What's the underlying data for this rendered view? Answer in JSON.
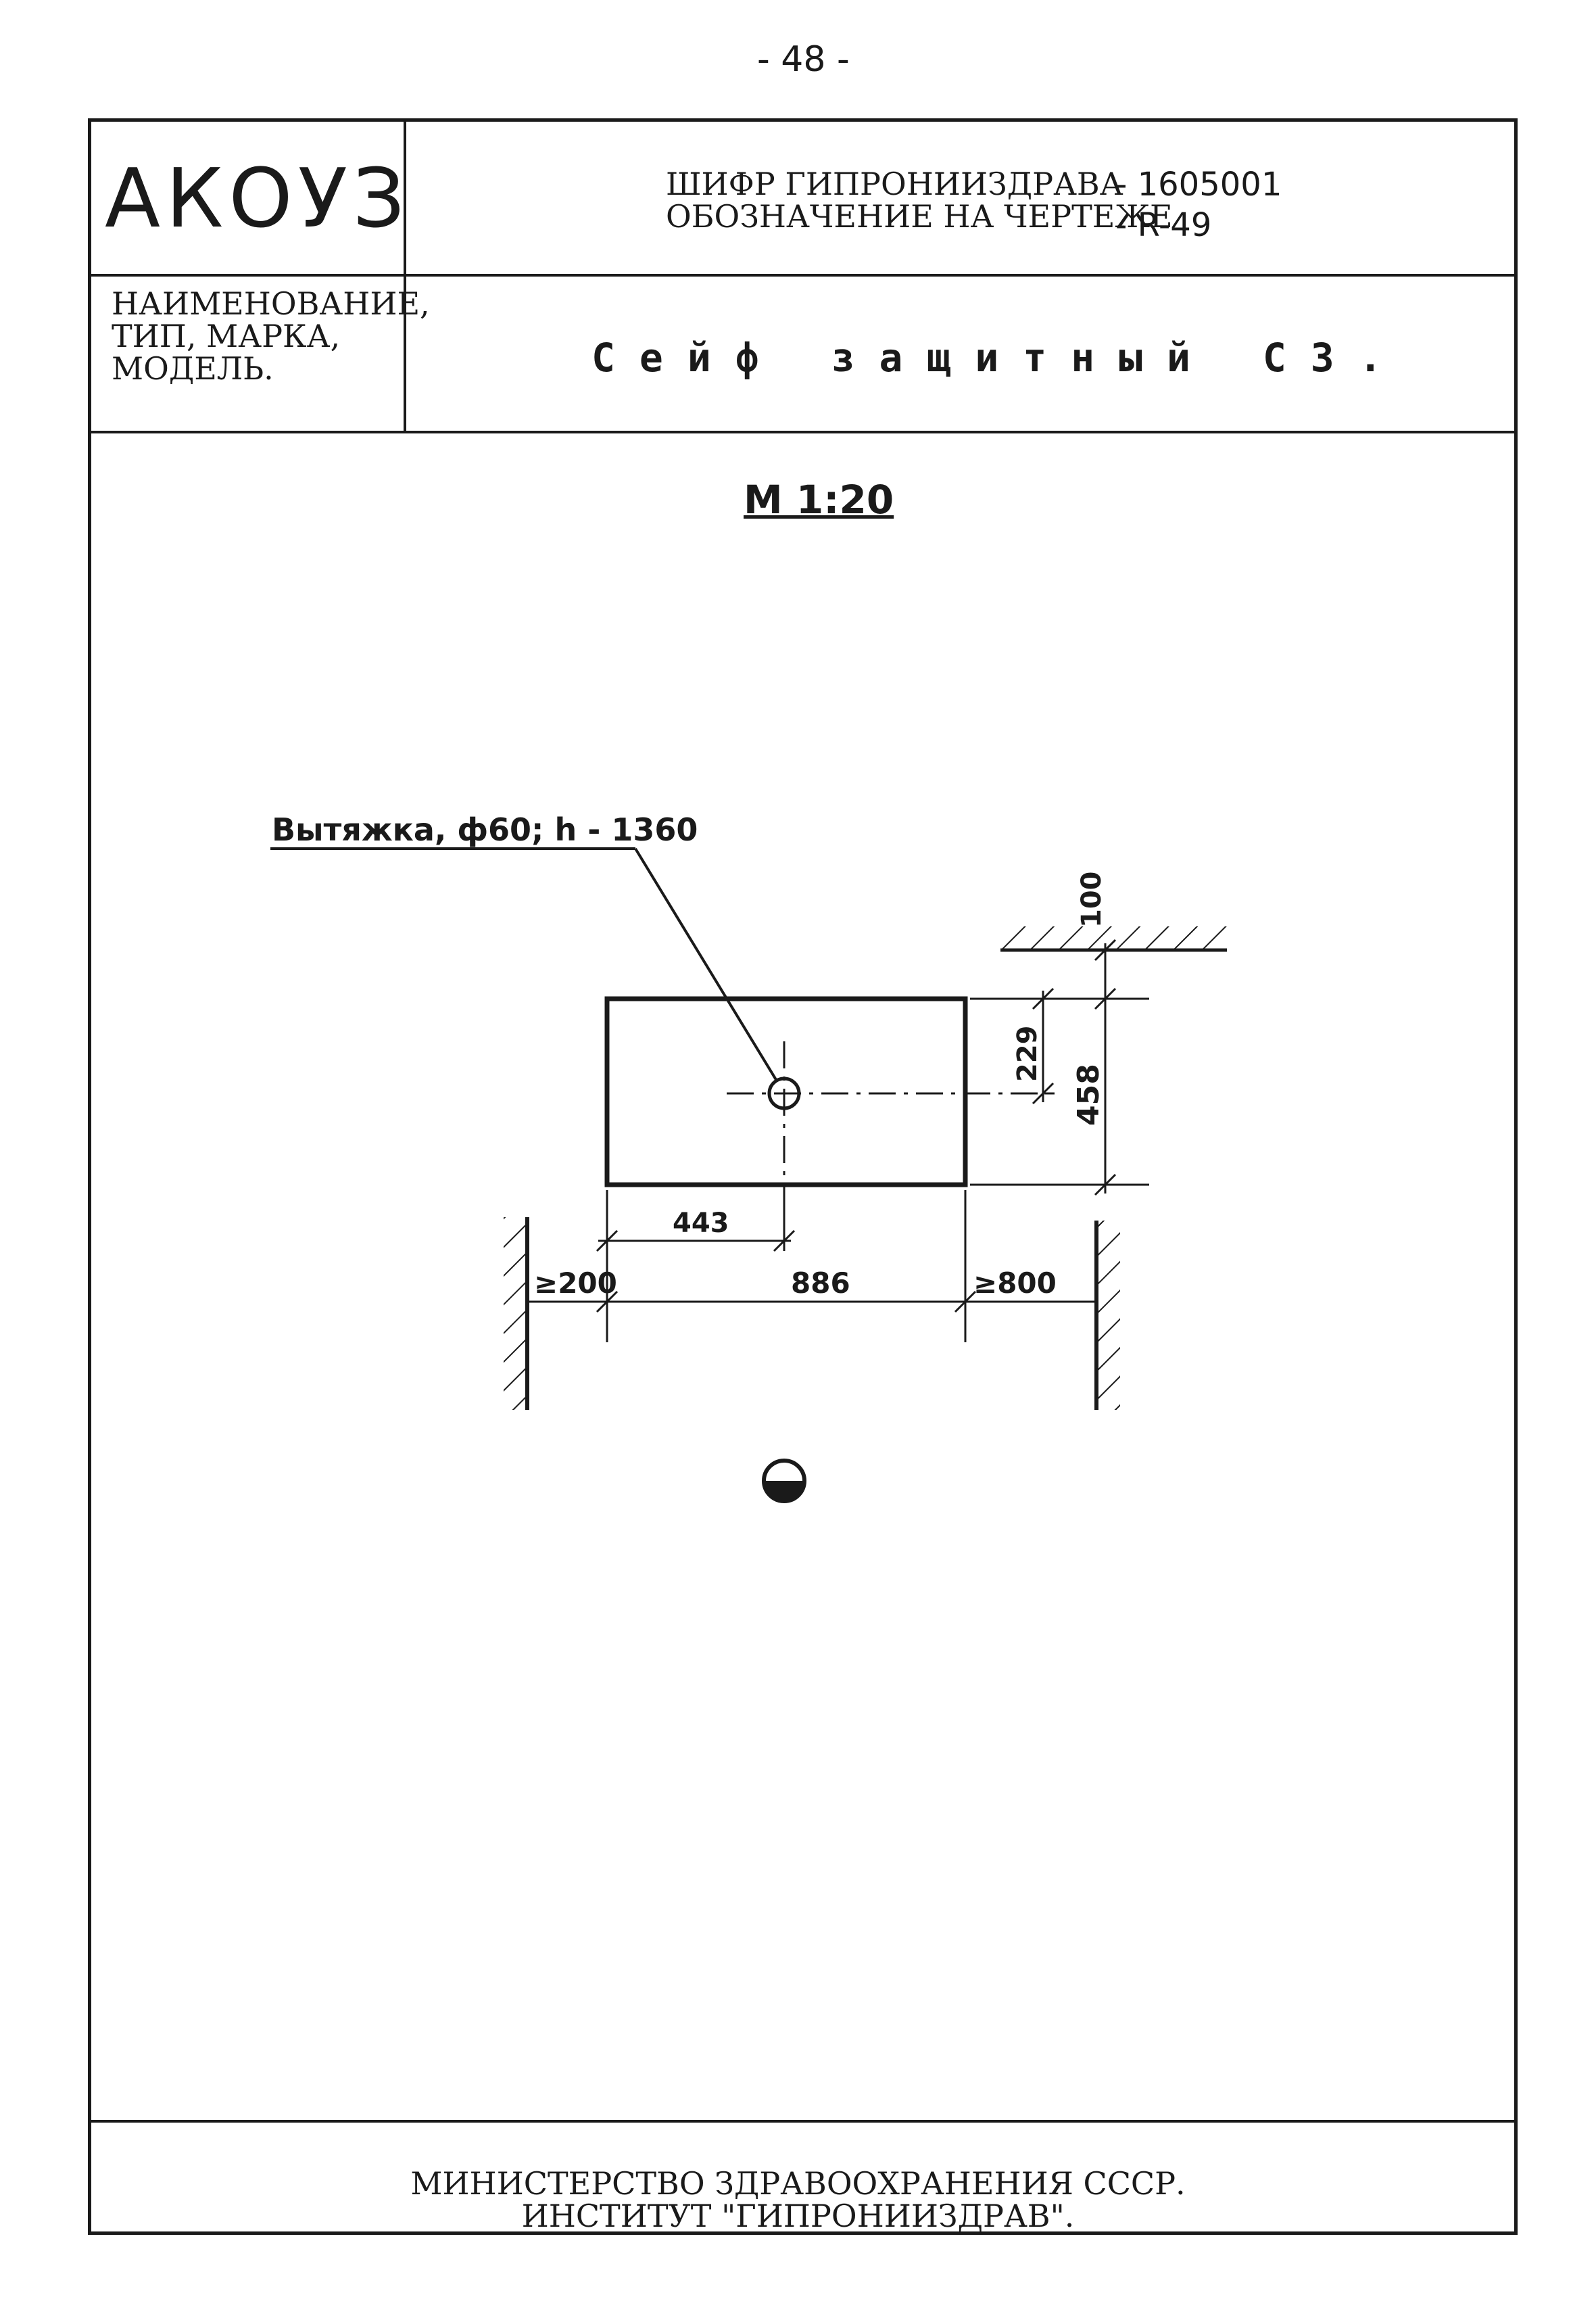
{
  "page_number": "- 48 -",
  "header": {
    "logo": "АКОУЗ",
    "cipher_label": "ШИФР ГИПРОНИИЗДРАВА",
    "designation_label": "ОБОЗНАЧЕНИЕ НА ЧЕРТЕЖЕ",
    "cipher_value": "- 1605001",
    "designation_value": "- R-49",
    "name_label": [
      "НАИМЕНОВАНИЕ,",
      "ТИП, МАРКА,",
      "МОДЕЛЬ."
    ],
    "product_name": "Сейф защитный СЗ."
  },
  "drawing": {
    "scale": "М 1:20",
    "exhaust_callout": "Вытяжка, ф60; h - 1360",
    "dimensions": {
      "ceiling_gap": "100",
      "center_from_top": "229",
      "depth": "458",
      "center_from_left": "443",
      "width": "886",
      "left_clearance": "≥200",
      "right_clearance": "≥800"
    }
  },
  "footer": {
    "line1": "МИНИСТЕРСТВО ЗДРАВООХРАНЕНИЯ СССР.",
    "line2": "ИНСТИТУТ \"ГИПРОНИИЗДРАВ\"."
  }
}
